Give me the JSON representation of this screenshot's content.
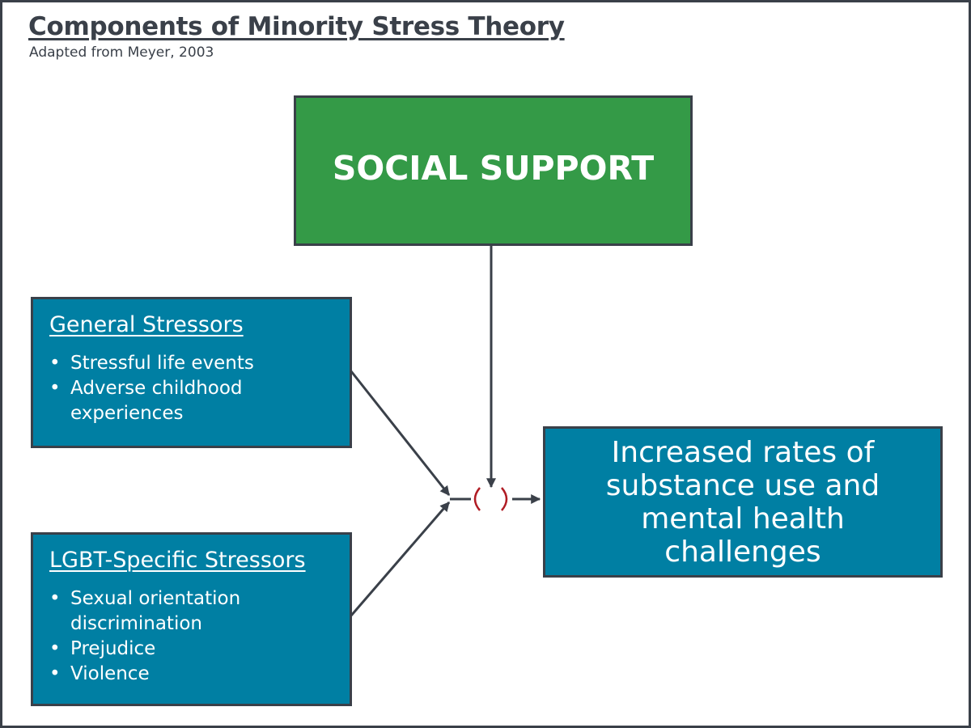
{
  "title": "Components of Minority Stress Theory",
  "subtitle": "Adapted from Meyer, 2003",
  "social_support": {
    "label": "SOCIAL SUPPORT"
  },
  "general_stressors": {
    "heading": "General Stressors",
    "items": [
      {
        "bullet": "•",
        "text": "Stressful life events"
      },
      {
        "bullet": "•",
        "text": "Adverse childhood experiences"
      }
    ]
  },
  "lgbt_stressors": {
    "heading": "LGBT-Specific Stressors",
    "items": [
      {
        "bullet": "•",
        "text": "Sexual orientation discrimination"
      },
      {
        "bullet": "•",
        "text": "Prejudice"
      },
      {
        "bullet": "•",
        "text": "Violence"
      }
    ]
  },
  "outcome": {
    "label": "Increased rates of substance use and mental health challenges"
  },
  "colors": {
    "green": "#349a47",
    "blue": "#007fa3",
    "border": "#3a4049",
    "moderator_paren": "#b01c24"
  }
}
